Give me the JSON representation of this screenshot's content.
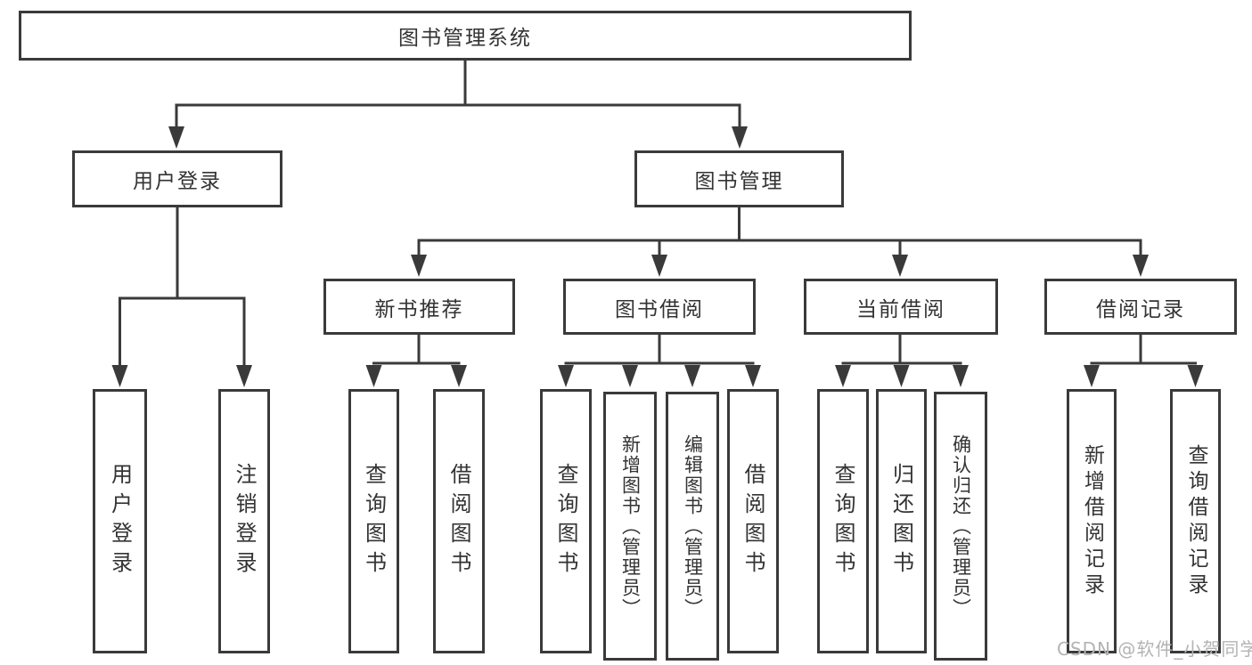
{
  "diagram": {
    "root": {
      "label": "图书管理系统"
    },
    "branches": [
      {
        "label": "用户登录",
        "children": [
          {
            "label": "用户登录"
          },
          {
            "label": "注销登录"
          }
        ]
      },
      {
        "label": "图书管理",
        "children": [
          {
            "label": "新书推荐",
            "children": [
              {
                "label": "查询图书"
              },
              {
                "label": "借阅图书"
              }
            ]
          },
          {
            "label": "图书借阅",
            "children": [
              {
                "label": "查询图书"
              },
              {
                "label": "新增图书（管理员）"
              },
              {
                "label": "编辑图书（管理员）"
              },
              {
                "label": "借阅图书"
              }
            ]
          },
          {
            "label": "当前借阅",
            "children": [
              {
                "label": "查询图书"
              },
              {
                "label": "归还图书"
              },
              {
                "label": "确认归还（管理员）"
              }
            ]
          },
          {
            "label": "借阅记录",
            "children": [
              {
                "label": "新增借阅记录"
              },
              {
                "label": "查询借阅记录"
              }
            ]
          }
        ]
      }
    ]
  },
  "watermark": {
    "text": "CSDN @软件_小贺同学"
  },
  "colors": {
    "line": "#3a3a3a",
    "text": "#333333",
    "background": "#ffffff",
    "watermark": "#b3b3b3"
  }
}
